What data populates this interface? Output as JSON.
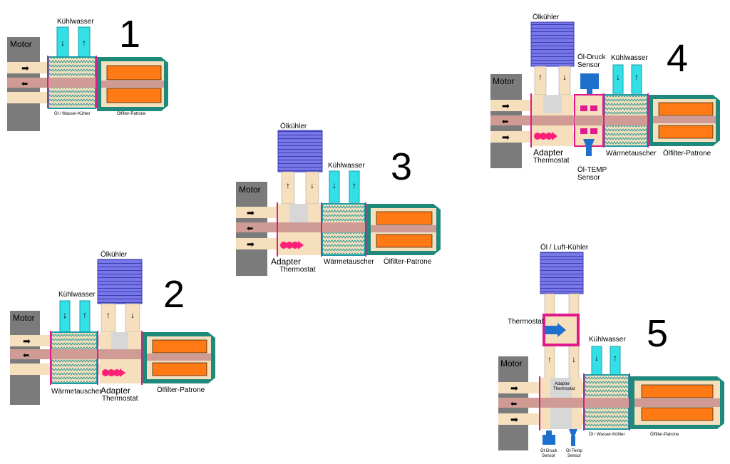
{
  "colors": {
    "motor": "#7b7b7b",
    "oil": "#f5dfbd",
    "return_channel": "#cf9b94",
    "coolant": "#33e0e8",
    "wave": "#2a9a9a",
    "filter_housing": "#1f8a7c",
    "filter_element": "#ff7a14",
    "cooler": "#7777e8",
    "magenta": "#e0198c",
    "thermostat": "#ff1e78",
    "sensor": "#1f6fcc",
    "adapter": "#d7d7d7"
  },
  "icons": [
    "arrow-icon",
    "thermostat-icon",
    "sensor-icon"
  ],
  "diagrams": [
    {
      "number": "1",
      "labels": {
        "motor": "Motor",
        "coolant": "Kühlwasser",
        "exchanger": "Öl / Wasser-Kühler",
        "filter": "Ölfilter-Patrone"
      }
    },
    {
      "number": "2",
      "labels": {
        "motor": "Motor",
        "coolant": "Kühlwasser",
        "exchanger": "Wärmetauscher",
        "cooler": "Ölkühler",
        "adapter": "Adapter",
        "thermostat": "Thermostat",
        "filter": "Ölfilter-Patrone"
      }
    },
    {
      "number": "3",
      "labels": {
        "motor": "Motor",
        "coolant": "Kühlwasser",
        "exchanger": "Wärmetauscher",
        "cooler": "Ölkühler",
        "adapter": "Adapter",
        "thermostat": "Thermostat",
        "filter": "Ölfilter-Patrone"
      }
    },
    {
      "number": "4",
      "labels": {
        "motor": "Motor",
        "coolant": "Kühlwasser",
        "exchanger": "Wärmetauscher",
        "cooler": "Ölkühler",
        "adapter": "Adapter",
        "thermostat": "Thermostat",
        "filter": "Ölfilter-Patrone",
        "pressure_sensor_1": "Öl-Druck",
        "pressure_sensor_2": "Sensor",
        "temp_sensor_1": "Öl-TEMP",
        "temp_sensor_2": "Sensor"
      }
    },
    {
      "number": "5",
      "labels": {
        "motor": "Motor",
        "coolant": "Kühlwasser",
        "exchanger": "Öl / Wasser-Kühler",
        "cooler": "Öl / Luft-Kühler",
        "thermostat": "Thermostat",
        "adapter": "Adapter",
        "adapter_thermostat": "Thermostat",
        "filter": "Ölfilter-Patrone",
        "pressure_sensor_1": "Öl-Druck",
        "pressure_sensor_2": "Sensor",
        "temp_sensor_1": "Öl-Temp",
        "temp_sensor_2": "Sensor"
      }
    }
  ]
}
